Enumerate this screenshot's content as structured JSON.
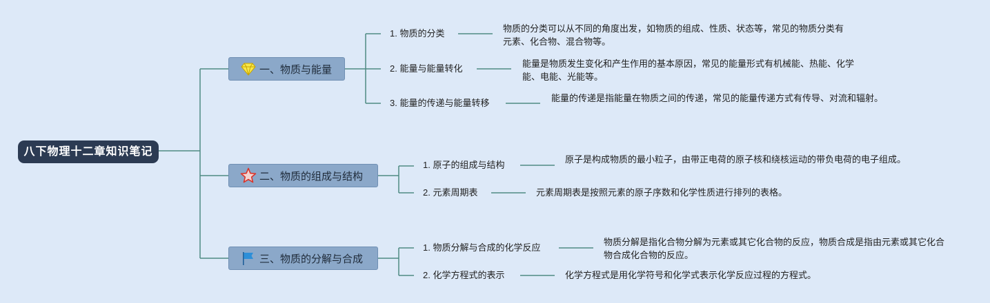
{
  "root": {
    "label": "八下物理十二章知识笔记"
  },
  "branches": [
    {
      "label": "一、物质与能量",
      "icon": "diamond-icon",
      "children": [
        {
          "label": "1. 物质的分类",
          "note": "物质的分类可以从不同的角度出发，如物质的组成、性质、状态等，常见的物质分类有元素、化合物、混合物等。"
        },
        {
          "label": "2. 能量与能量转化",
          "note": "能量是物质发生变化和产生作用的基本原因，常见的能量形式有机械能、热能、化学能、电能、光能等。"
        },
        {
          "label": "3. 能量的传递与能量转移",
          "note": "能量的传递是指能量在物质之间的传递，常见的能量传递方式有传导、对流和辐射。"
        }
      ]
    },
    {
      "label": "二、物质的组成与结构",
      "icon": "star-icon",
      "children": [
        {
          "label": "1. 原子的组成与结构",
          "note": "原子是构成物质的最小粒子，由带正电荷的原子核和绕核运动的带负电荷的电子组成。"
        },
        {
          "label": "2. 元素周期表",
          "note": "元素周期表是按照元素的原子序数和化学性质进行排列的表格。"
        }
      ]
    },
    {
      "label": "三、物质的分解与合成",
      "icon": "flag-icon",
      "children": [
        {
          "label": "1. 物质分解与合成的化学反应",
          "note": "物质分解是指化合物分解为元素或其它化合物的反应，物质合成是指由元素或其它化合物合成化合物的反应。"
        },
        {
          "label": "2. 化学方程式的表示",
          "note": "化学方程式是用化学符号和化学式表示化学反应过程的方程式。"
        }
      ]
    }
  ],
  "colors": {
    "connector": "#4e8a82",
    "root_bg": "#2c3b53",
    "branch_bg": "#8ba8c9",
    "background": "#dde9f8"
  }
}
